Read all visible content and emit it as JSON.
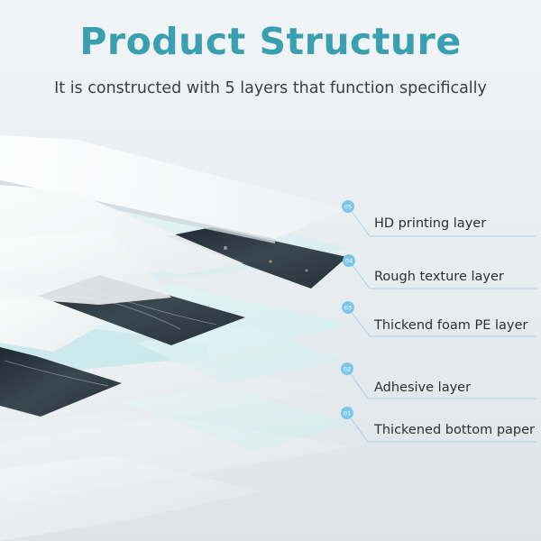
{
  "header": {
    "title": "Product Structure",
    "subtitle": "It is constructed with 5 layers that function specifically"
  },
  "layers": [
    {
      "number": "05",
      "name": "HD printing layer"
    },
    {
      "number": "04",
      "name": "Rough texture layer"
    },
    {
      "number": "03",
      "name": "Thickend foam PE layer"
    },
    {
      "number": "02",
      "name": "Adhesive layer"
    },
    {
      "number": "01",
      "name": "Thickened bottom paper"
    }
  ],
  "colors": {
    "title": "#3a9fae",
    "subtitle": "#3e3e3e",
    "badge": "#7cc6e8",
    "leader_line": "#9fd4ea",
    "layer_glass": "#d8f2f4",
    "dark_stone": "#2a343c",
    "white_stone": "#f4f6f7"
  }
}
